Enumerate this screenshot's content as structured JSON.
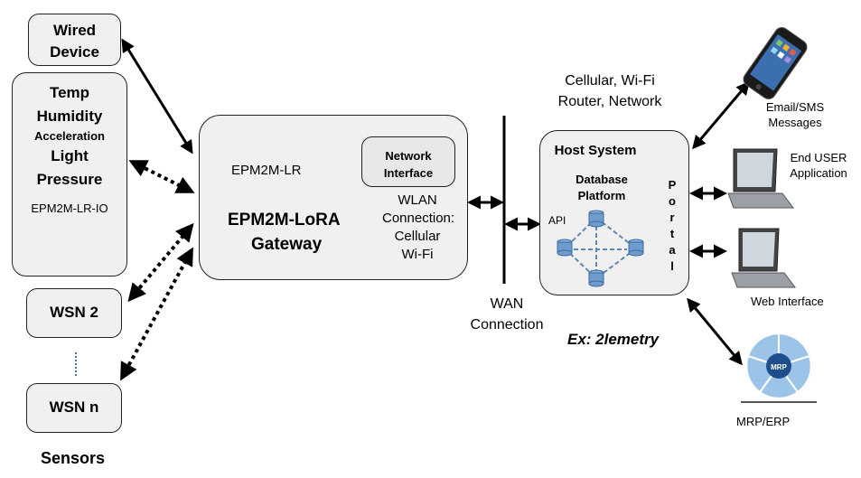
{
  "sensors": {
    "wired_line1": "Wired",
    "wired_line2": "Device",
    "multi_lines": [
      "Temp",
      "Humidity",
      "Acceleration",
      "Light",
      "Pressure"
    ],
    "multi_model": "EPM2M-LR-IO",
    "wsn2": "WSN 2",
    "wsnn": "WSN n",
    "group_label": "Sensors"
  },
  "gateway": {
    "model": "EPM2M-LR",
    "title_line1": "EPM2M-LoRA",
    "title_line2": "Gateway",
    "net_line1": "Network",
    "net_line2": "Interface",
    "wlan": [
      "WLAN",
      "Connection:",
      "Cellular",
      "Wi-Fi"
    ]
  },
  "network": {
    "top_line1": "Cellular, Wi-Fi",
    "top_line2": "Router, Network",
    "wan_line1": "WAN",
    "wan_line2": "Connection"
  },
  "host": {
    "title": "Host System",
    "db_line1": "Database",
    "db_line2": "Platform",
    "api": "API",
    "portal": [
      "P",
      "o",
      "r",
      "t",
      "a",
      "l"
    ],
    "example": "Ex: 2lemetry"
  },
  "endpoints": {
    "phone_line1": "Email/SMS",
    "phone_line2": "Messages",
    "app_line1": "End USER",
    "app_line2": "Application",
    "web": "Web Interface",
    "mrp": "MRP/ERP",
    "mrp_center": "MRP"
  }
}
